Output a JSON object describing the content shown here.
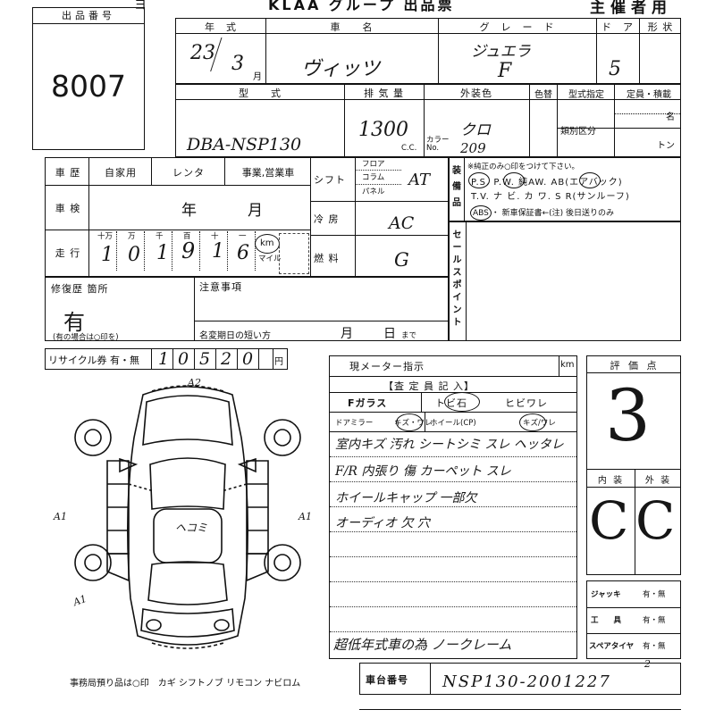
{
  "header": {
    "auction_title": "KLAA グループ 出品票",
    "organizer": "主催者用",
    "top_left_char": "ヨ"
  },
  "lot": {
    "label": "出品番号",
    "number": "8007"
  },
  "row1": {
    "year_label": "年　式",
    "name_label": "車　　名",
    "grade_label": "グ　レ　ー　ド",
    "door_label": "ド　ア",
    "shape_label": "形 状",
    "year": "23",
    "month": "3",
    "month_unit": "月",
    "name": "ヴィッツ",
    "grade": "ジュエラ",
    "grade2": "F",
    "doors": "5"
  },
  "row2": {
    "model_label": "型　　式",
    "displacement_label": "排 気 量",
    "ext_color_label": "外装色",
    "color_no_label": "色替",
    "model_designation_label": "型式指定",
    "capacity_label": "定員・積載",
    "category_label": "類別区分",
    "model_code": "DBA-NSP130",
    "displacement": "1300",
    "cc": "C.C.",
    "ext_color": "クロ",
    "color_code_label": "カラー No.",
    "color_code": "209",
    "capacity_unit": "名",
    "load_unit": "トン"
  },
  "history": {
    "label": "車 歴",
    "options": [
      "自家用",
      "レンタ",
      "事業,営業車"
    ],
    "inspection_label": "車 検",
    "inspection_year": "年",
    "inspection_month": "月",
    "mileage_label": "走 行",
    "digit_labels": [
      "十万",
      "万",
      "千",
      "百",
      "十",
      "一"
    ],
    "digits": [
      "1",
      "0",
      "1",
      "9",
      "1",
      "6"
    ],
    "km": "km",
    "mile": "マイル"
  },
  "shift": {
    "label": "シフト",
    "options": [
      "フロア",
      "コラム",
      "パネル"
    ],
    "value": "AT",
    "ac_label": "冷 房",
    "ac_value": "AC",
    "fuel_label": "燃 料",
    "fuel_value": "G"
  },
  "equipment": {
    "side_label": "装備品",
    "note": "※純正のみ○印をつけて下さい。",
    "line1": "P.S. P.W. 純AW. AB(エアバック)",
    "line2": "T.V. ナ ビ. カ ワ. S R(サンルーフ)",
    "line3": "ABS ・ 新車保証書←(注) 後日送りのみ"
  },
  "sales_point_label": "セールスポイント",
  "repair": {
    "label": "修復歴 箇所",
    "value": "有",
    "note": "(有の場合は○印を)"
  },
  "notice": {
    "label": "注意事項",
    "expiry_label": "名変期日の短い方",
    "month": "月",
    "day": "日",
    "until": "まで"
  },
  "recycle": {
    "label": "リサイクル券 有・無",
    "digits": [
      "1",
      "0",
      "5",
      "2",
      "0"
    ],
    "unit": "円"
  },
  "inspector": {
    "meter_label": "現メーター指示",
    "km": "km",
    "section_label": "【査 定 員 記 入】",
    "f_glass": "Fガラス",
    "tobi_ishi": "トビ石",
    "hibi_ware": "ヒビワレ",
    "door_mirror": "ドアミラー",
    "kizu_ware": "キズ・ワレ",
    "wheel": "ホイール(CP)",
    "kizu_ware2": "キズ/ワレ",
    "notes": [
      "室内キズ 汚れ シートシミ スレ ヘッタレ",
      "F/R 内張り 傷 カーペット スレ",
      "ホイールキャップ 一部欠",
      "オーディオ 欠 穴"
    ],
    "bottom_note": "超低年式車の為 ノークレーム"
  },
  "score": {
    "label": "評 価 点",
    "value": "3",
    "interior_label": "内 装",
    "exterior_label": "外 装",
    "interior": "C",
    "exterior": "C"
  },
  "tools": [
    {
      "label": "ジャッキ",
      "value": "有・無"
    },
    {
      "label": "工　　具",
      "value": "有・無"
    },
    {
      "label": "スペアタイヤ",
      "value": "有・無"
    }
  ],
  "diagram": {
    "marks": [
      "A2",
      "A1",
      "A1",
      "A1",
      "ヘコミ"
    ]
  },
  "office_note": "事務局預り品は○印　カギ シフトノブ リモコン ナビロム",
  "chassis": {
    "label": "車台番号",
    "value": "NSP130-2001227",
    "superscript": "2"
  }
}
